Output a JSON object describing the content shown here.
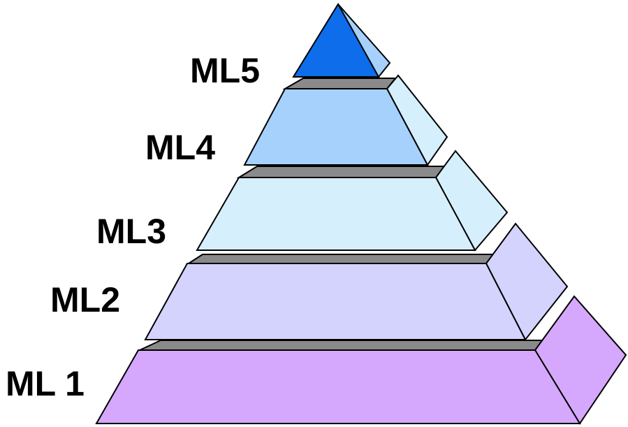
{
  "diagram": {
    "levels": [
      {
        "label": "ML5",
        "front_color": "#0d6dea",
        "side_color": "#a6d1fc"
      },
      {
        "label": "ML4",
        "front_color": "#a6d1fc",
        "side_color": "#d6effd"
      },
      {
        "label": "ML3",
        "front_color": "#d6effd",
        "side_color": "#d6effd"
      },
      {
        "label": "ML2",
        "front_color": "#d4d3fe",
        "side_color": "#d4d3fe"
      },
      {
        "label": "ML 1",
        "front_color": "#d5a8fd",
        "side_color": "#d5a8fd"
      }
    ],
    "ledge_color": "#8a8a8a",
    "edge_color": "#000000"
  }
}
